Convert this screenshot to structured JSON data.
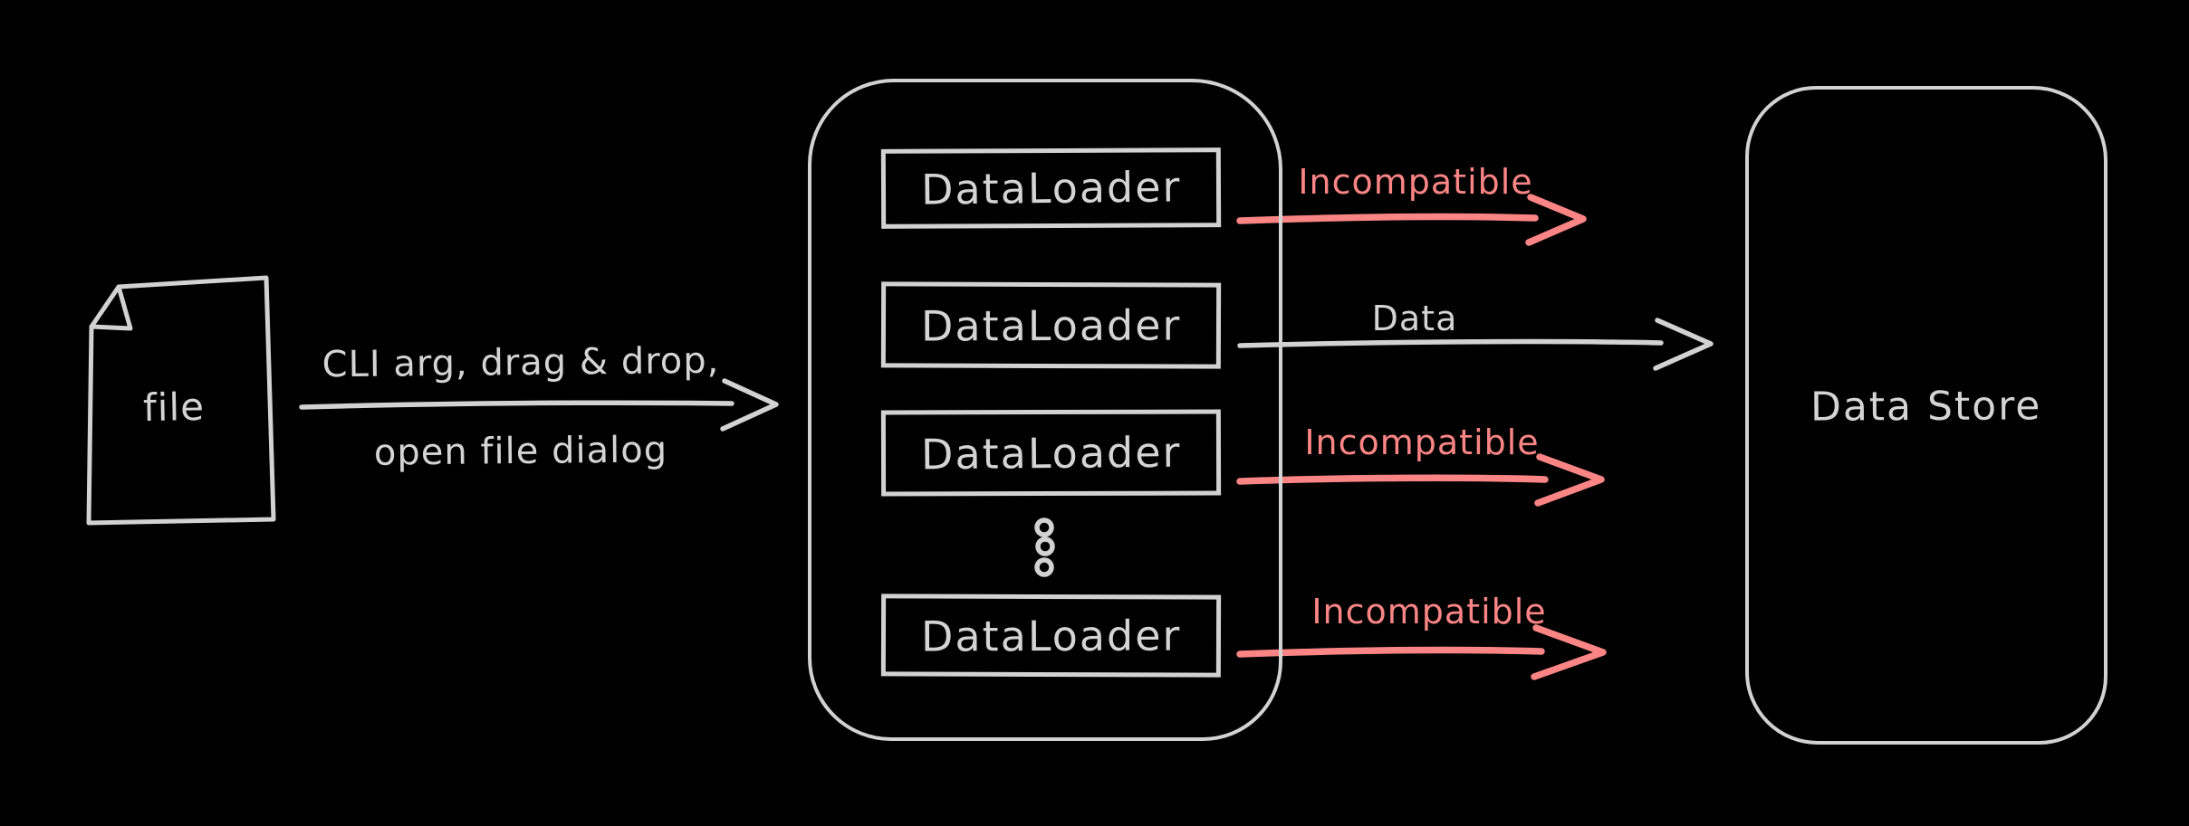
{
  "colors": {
    "background": "#000000",
    "stroke_gray": "#d2d2d2",
    "text_gray": "#d4d4d4",
    "incompatible_red": "#fb8585"
  },
  "file_node": {
    "label": "file"
  },
  "input_flow": {
    "caption_line1": "CLI arg, drag & drop,",
    "caption_line2": "open file dialog"
  },
  "loader_group": {
    "boxes": [
      {
        "label": "DataLoader"
      },
      {
        "label": "DataLoader"
      },
      {
        "label": "DataLoader"
      },
      {
        "label": "DataLoader"
      }
    ],
    "ellipsis_icon": "vertical-dots"
  },
  "output_flows": [
    {
      "label": "Incompatible",
      "status": "incompatible",
      "color": "#fb8585"
    },
    {
      "label": "Data",
      "status": "compatible",
      "color": "#d2d2d2"
    },
    {
      "label": "Incompatible",
      "status": "incompatible",
      "color": "#fb8585"
    },
    {
      "label": "Incompatible",
      "status": "incompatible",
      "color": "#fb8585"
    }
  ],
  "data_store": {
    "label": "Data Store"
  }
}
